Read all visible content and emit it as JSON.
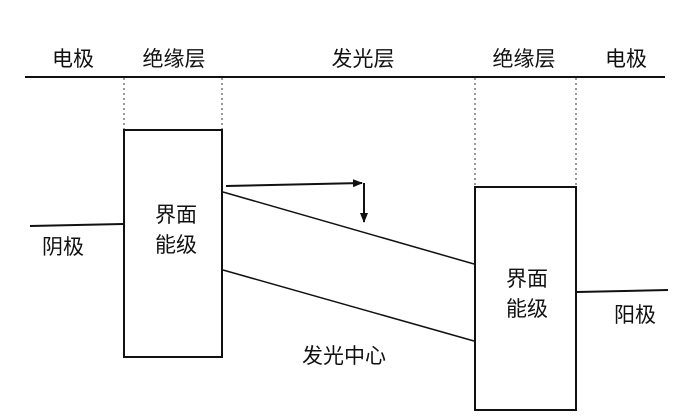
{
  "header": {
    "electrode_left": "电极",
    "insulator_left": "绝缘层",
    "emissive_layer": "发光层",
    "insulator_right": "绝缘层",
    "electrode_right": "电极"
  },
  "left_electrode": {
    "label": "阴极"
  },
  "right_electrode": {
    "label": "阳极"
  },
  "left_interface": {
    "line1": "界面",
    "line2": "能级"
  },
  "right_interface": {
    "line1": "界面",
    "line2": "能级"
  },
  "emission_center": {
    "label": "发光中心"
  },
  "colors": {
    "ink": "#111111",
    "background": "#ffffff"
  }
}
